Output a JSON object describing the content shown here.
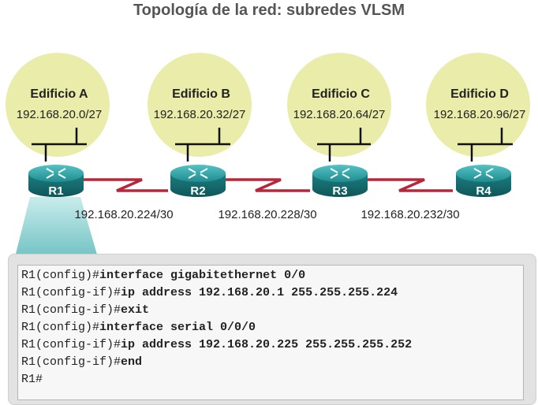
{
  "title": "Topología de la red: subredes VLSM",
  "buildings": [
    {
      "name": "Edificio A",
      "network": "192.168.20.0/27"
    },
    {
      "name": "Edificio B",
      "network": "192.168.20.32/27"
    },
    {
      "name": "Edificio C",
      "network": "192.168.20.64/27"
    },
    {
      "name": "Edificio D",
      "network": "192.168.20.96/27"
    }
  ],
  "routers": [
    "R1",
    "R2",
    "R3",
    "R4"
  ],
  "links": [
    "192.168.20.224/30",
    "192.168.20.228/30",
    "192.168.20.232/30"
  ],
  "cli": [
    {
      "prompt": "R1(config)#",
      "command": "interface gigabitethernet 0/0"
    },
    {
      "prompt": "R1(config-if)#",
      "command": "ip address 192.168.20.1 255.255.255.224"
    },
    {
      "prompt": "R1(config-if)#",
      "command": "exit"
    },
    {
      "prompt": "R1(config)#",
      "command": "interface serial 0/0/0"
    },
    {
      "prompt": "R1(config-if)#",
      "command": "ip address 192.168.20.225 255.255.255.252"
    },
    {
      "prompt": "R1(config-if)#",
      "command": "end"
    },
    {
      "prompt": "R1#",
      "command": ""
    }
  ],
  "colors": {
    "building_circle": "#eaeda9",
    "router_body": "#1c7a7c",
    "router_top": "#2fa3a6",
    "serial_link": "#b8263a",
    "callout": "#8ecfd0"
  }
}
